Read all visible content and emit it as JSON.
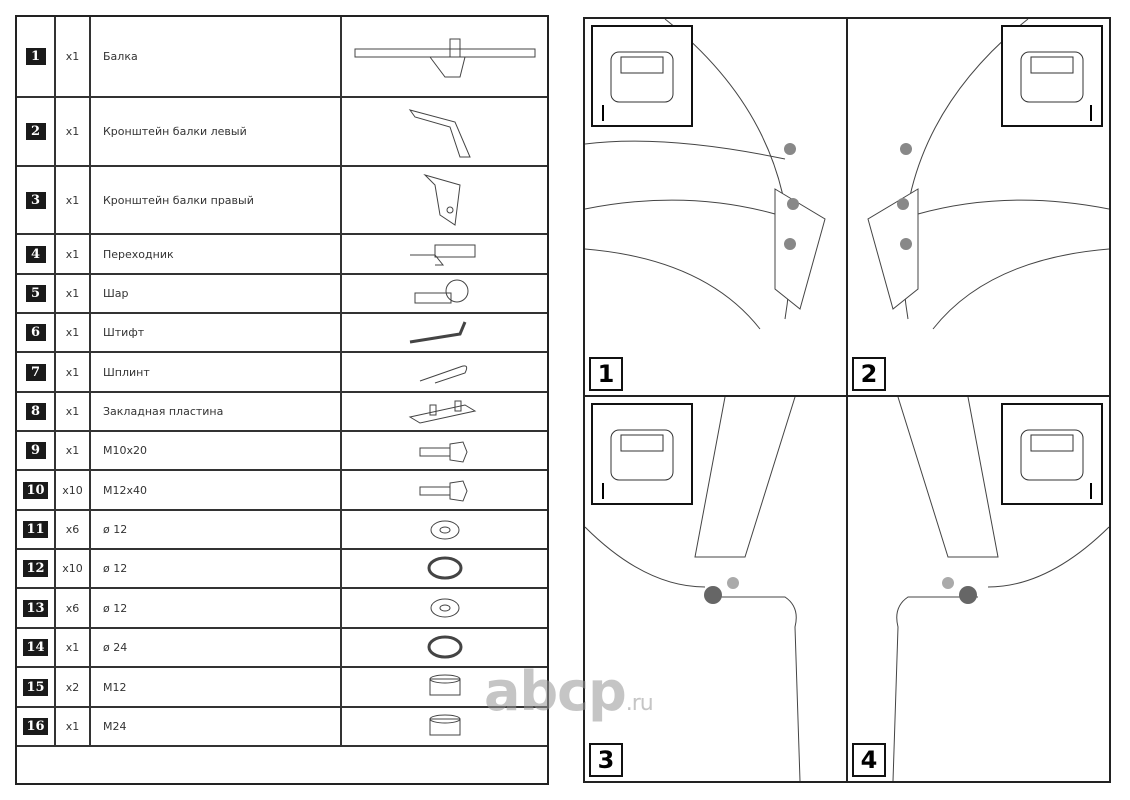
{
  "parts": [
    {
      "num": "1",
      "qty": "x1",
      "name": "Балка",
      "icon": "beam"
    },
    {
      "num": "2",
      "qty": "x1",
      "name": "Кронштейн балки левый",
      "icon": "bracket-left"
    },
    {
      "num": "3",
      "qty": "x1",
      "name": "Кронштейн балки правый",
      "icon": "bracket-right"
    },
    {
      "num": "4",
      "qty": "x1",
      "name": "Переходник",
      "icon": "adapter"
    },
    {
      "num": "5",
      "qty": "x1",
      "name": "Шар",
      "icon": "ball"
    },
    {
      "num": "6",
      "qty": "x1",
      "name": "Штифт",
      "icon": "pin"
    },
    {
      "num": "7",
      "qty": "x1",
      "name": "Шплинт",
      "icon": "cotter-pin"
    },
    {
      "num": "8",
      "qty": "x1",
      "name": "Закладная пластина",
      "icon": "plate"
    },
    {
      "num": "9",
      "qty": "x1",
      "name": "M10x20",
      "icon": "bolt"
    },
    {
      "num": "10",
      "qty": "x10",
      "name": "M12x40",
      "icon": "bolt"
    },
    {
      "num": "11",
      "qty": "x6",
      "name": "ø 12",
      "icon": "washer"
    },
    {
      "num": "12",
      "qty": "x10",
      "name": "ø 12",
      "icon": "spring-washer"
    },
    {
      "num": "13",
      "qty": "x6",
      "name": "ø 12",
      "icon": "washer"
    },
    {
      "num": "14",
      "qty": "x1",
      "name": "ø 24",
      "icon": "spring-washer"
    },
    {
      "num": "15",
      "qty": "x2",
      "name": "M12",
      "icon": "nut"
    },
    {
      "num": "16",
      "qty": "x1",
      "name": "M24",
      "icon": "nut"
    }
  ],
  "steps": [
    {
      "num": "1"
    },
    {
      "num": "2"
    },
    {
      "num": "3"
    },
    {
      "num": "4"
    }
  ],
  "watermark": {
    "main": "abcp",
    "suffix": ".ru"
  }
}
